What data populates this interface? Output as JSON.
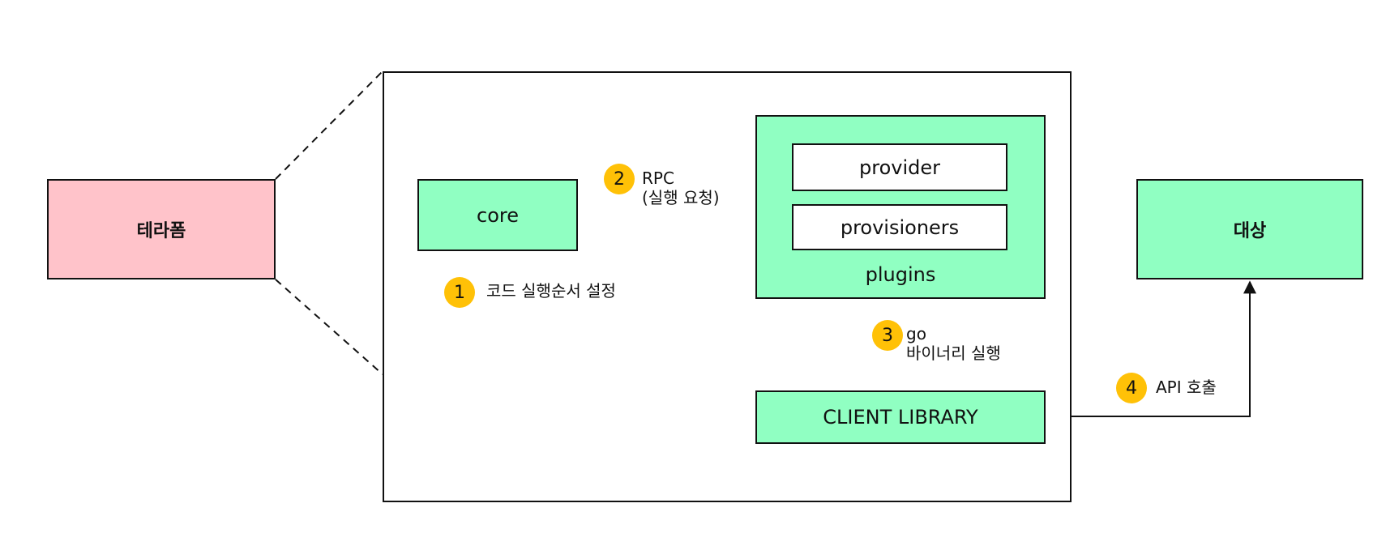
{
  "nodes": {
    "terraform": "테라폼",
    "core": "core",
    "provider": "provider",
    "provisioners": "provisioners",
    "plugins": "plugins",
    "client_library": "CLIENT LIBRARY",
    "target": "대상"
  },
  "steps": [
    {
      "number": "1",
      "lines": [
        "코드 실행순서 설정"
      ]
    },
    {
      "number": "2",
      "lines": [
        "RPC",
        "(실행 요청)"
      ]
    },
    {
      "number": "3",
      "lines": [
        "go",
        "바이너리 실행"
      ]
    },
    {
      "number": "4",
      "lines": [
        "API 호출"
      ]
    }
  ],
  "colors": {
    "terraform_fill": "#FFC3CA",
    "component_fill": "#90FFC2",
    "badge_fill": "#FFC107",
    "line": "#111111"
  }
}
